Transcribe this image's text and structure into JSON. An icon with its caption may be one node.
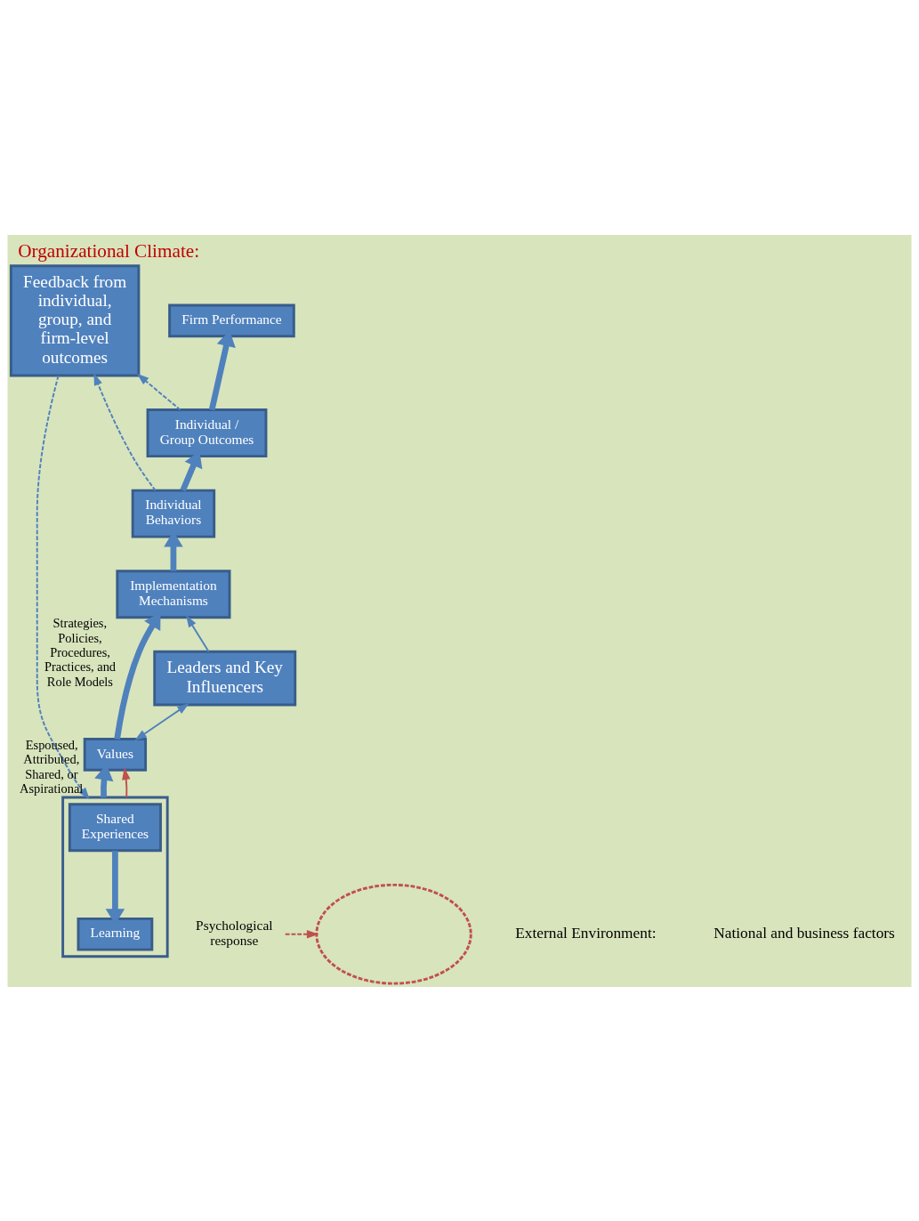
{
  "diagram": {
    "title": "Organizational Climate:",
    "nodes": [
      {
        "text": [
          "Firm Performance"
        ]
      },
      {
        "text": [
          "Individual / Group Outcomes"
        ]
      },
      {
        "text": [
          "Feedback from individual, group, and firm-level outcomes"
        ]
      },
      {
        "text": [
          "Individual Behaviors"
        ]
      },
      {
        "text": [
          "Implementation Mechanisms"
        ],
        "beside": [
          "Strategies, Policies, Procedures, Practices, and Role Models"
        ]
      },
      {
        "text": [
          "Leaders and Key Influencers"
        ]
      },
      {
        "text": [
          "Values"
        ],
        "beside": [
          "Espoused, Attributed, Shared, or Aspirational"
        ]
      },
      {
        "text": [],
        "shape": "box"
      },
      {
        "text": [
          "Shared Experiences"
        ],
        "in": 7
      },
      {
        "text": [
          "Learning"
        ],
        "in": 7
      },
      {
        "text": [
          "Psychological response"
        ]
      },
      {
        "text": [],
        "shape": "ellipse"
      }
    ],
    "edges": [
      {
        "from": 1,
        "to": 0,
        "arrow": "to",
        "style": "thick"
      },
      {
        "from": 1,
        "to": 2,
        "arrow": "to",
        "style": "dashed"
      },
      {
        "from": 3,
        "to": 2,
        "arrow": "to",
        "style": "dashed"
      },
      {
        "from": 3,
        "to": 1,
        "arrow": "to",
        "style": "thick"
      },
      {
        "from": 4,
        "to": 3,
        "arrow": "to",
        "style": "thick"
      },
      {
        "from": 5,
        "to": 4,
        "arrow": "to"
      },
      {
        "from": 6,
        "to": 5,
        "arrow": "both"
      },
      {
        "from": 6,
        "to": 4,
        "arrow": "to",
        "style": "thick"
      },
      {
        "from": 7,
        "to": 6,
        "arrow": "to",
        "style": "thick"
      },
      {
        "from": 7,
        "to": 6,
        "arrow": "to",
        "color": "#c0504d"
      },
      {
        "from": 8,
        "to": 9,
        "arrow": "to",
        "style": "thick"
      },
      {
        "from": 2,
        "to": 7,
        "arrow": "to",
        "style": "dashed"
      },
      {
        "from": 10,
        "to": 11,
        "arrow": "to",
        "style": "dashed",
        "color": "#c0504d"
      }
    ],
    "labels": [
      "External Environment:",
      "National and business factors"
    ]
  }
}
